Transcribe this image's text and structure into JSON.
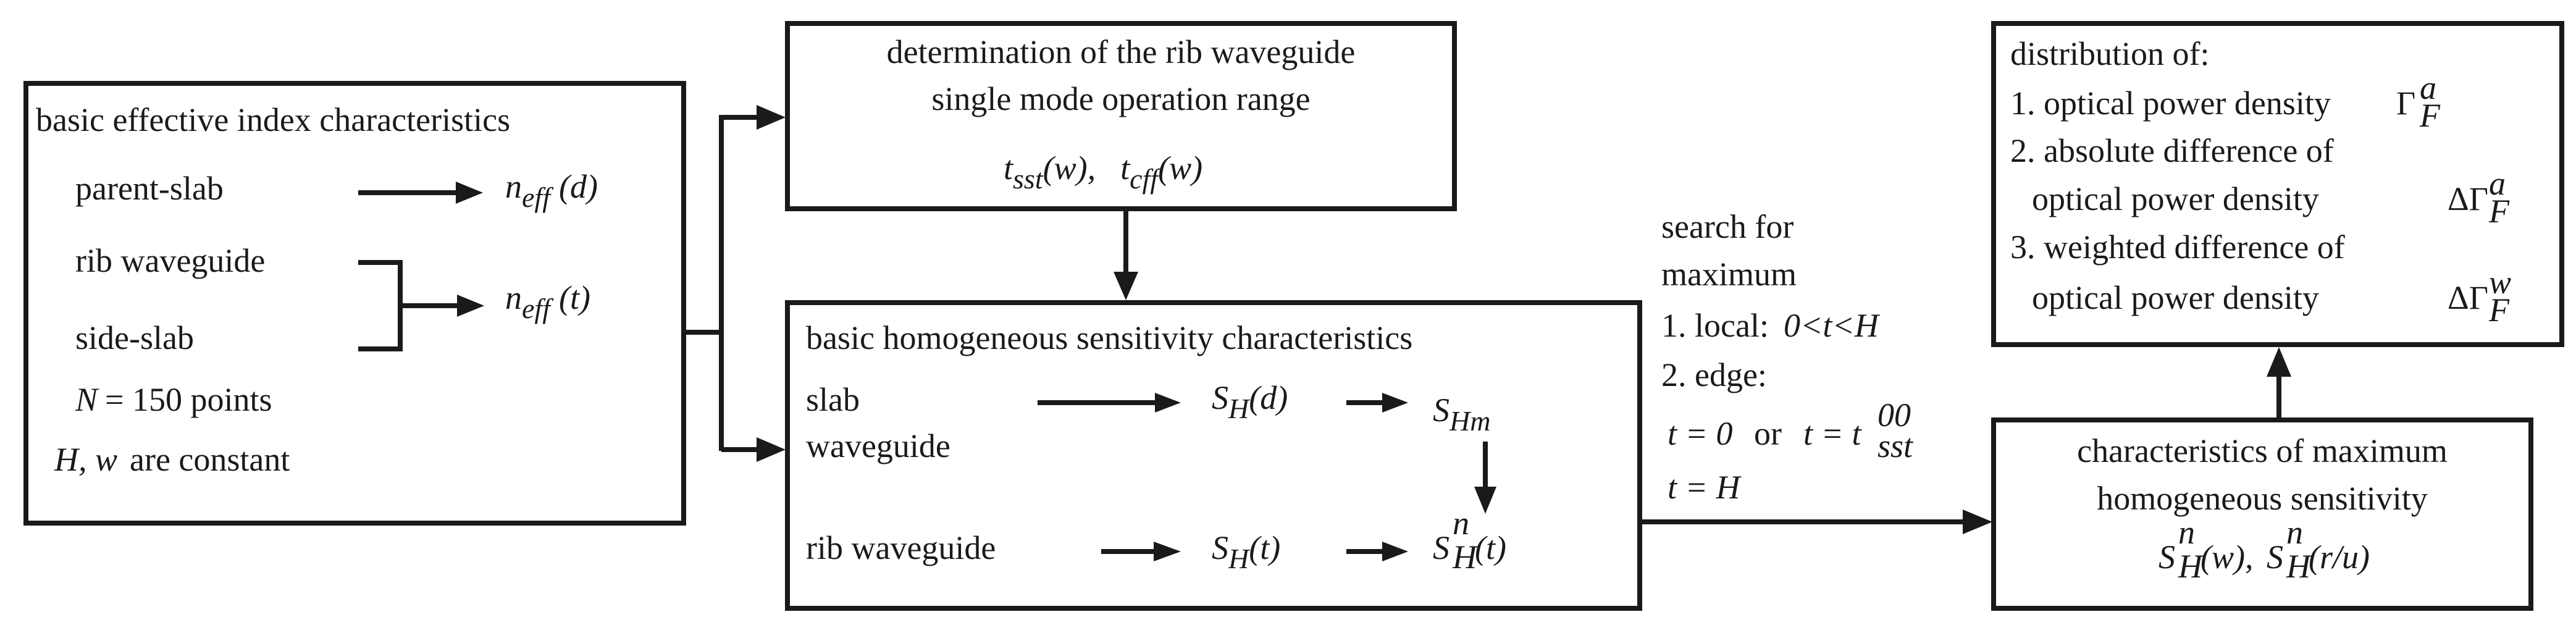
{
  "box_basic_effective": {
    "title": "basic effective index characteristics",
    "parent_slab": "parent-slab",
    "rib_waveguide": "rib waveguide",
    "side_slab": "side-slab",
    "n_eff": "n",
    "n_eff_sub": "eff",
    "arg_d": "(d)",
    "arg_t": "(t)",
    "points_var": "N",
    "points_text": "= 150 points",
    "constant_vars": "H, w",
    "constant_text": "are constant"
  },
  "box_single_mode": {
    "line1": "determination of the rib waveguide",
    "line2": "single mode operation range",
    "t": "t",
    "sst": "sst",
    "arg_w1": "(w),",
    "cff": "cff",
    "arg_w2": "(w)"
  },
  "box_homogeneous": {
    "title": "basic homogeneous sensitivity characteristics",
    "slab_line1": "slab",
    "slab_line2": "waveguide",
    "rib_waveguide": "rib waveguide",
    "S": "S",
    "H": "H",
    "Hm": "Hm",
    "n": "n",
    "arg_d": "(d)",
    "arg_t": "(t)"
  },
  "search_text": {
    "line1": "search for",
    "line2": "maximum",
    "local_label": "1. local:",
    "local_cond": "0<t<H",
    "edge_label": "2. edge:",
    "edge_cond_a": "t = 0",
    "or": "or",
    "edge_cond_b": "t = t",
    "sst_sup": "00",
    "sst_sub": "sst",
    "edge_cond_c": "t = H"
  },
  "box_max_homogeneous": {
    "line1": "characteristics of maximum",
    "line2": "homogeneous sensitivity",
    "S": "S",
    "H": "H",
    "n": "n",
    "arg_w": "(w),",
    "arg_ru": "(r/u)"
  },
  "box_distribution": {
    "title": "distribution of:",
    "item1": "1. optical power density",
    "item2a": "2. absolute difference of",
    "item2b": "optical power density",
    "item3a": "3. weighted difference of",
    "item3b": "optical power density",
    "Gamma": "Γ",
    "DeltaGamma": "ΔΓ",
    "F": "F",
    "a": "a",
    "w": "w"
  }
}
